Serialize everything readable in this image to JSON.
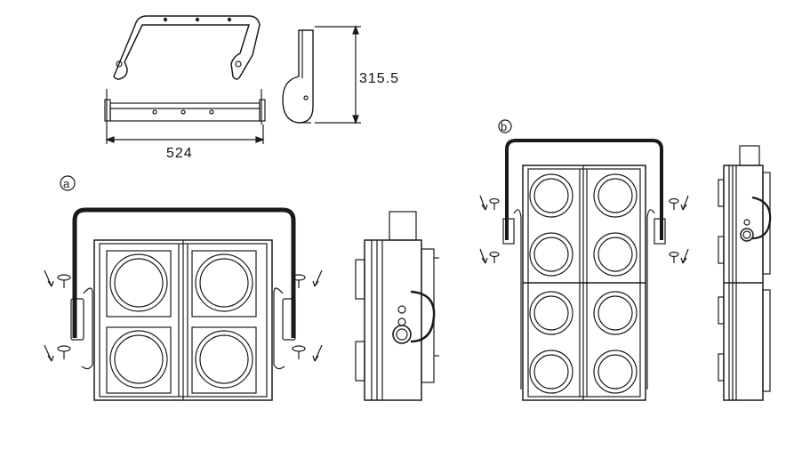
{
  "dimensions": {
    "width_label": "524",
    "height_label": "315.5"
  },
  "labels": {
    "config_a": "a",
    "config_b": "b"
  },
  "colors": {
    "line": "#1a1a1a",
    "background": "#ffffff"
  }
}
